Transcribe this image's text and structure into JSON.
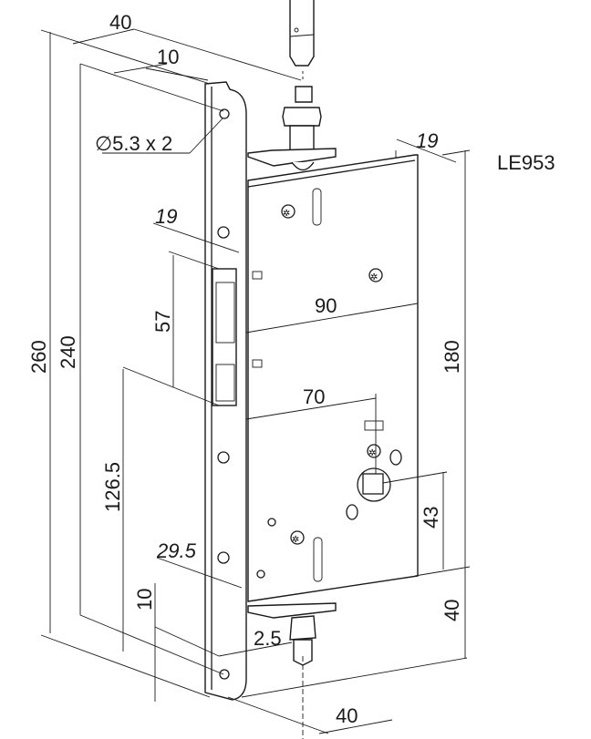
{
  "drawing": {
    "model": "LE953",
    "hole_callout": "∅5.3 x 2",
    "dimensions": {
      "faceplate_width": "40",
      "faceplate_thickness": "10",
      "hole_spacing_total": "260",
      "faceplate_length": "240",
      "case_depth_top": "19",
      "latch_offset": "19",
      "latch_height": "57",
      "backset_90": "90",
      "backset_70": "70",
      "case_height": "180",
      "follower_height": "126.5",
      "spindle_to_bottom": "43",
      "bottom_extension": "40",
      "edge_offset": "29.5",
      "bottom_hole_offset": "10",
      "plate_thickness": "2.5",
      "rod_offset": "40"
    }
  }
}
